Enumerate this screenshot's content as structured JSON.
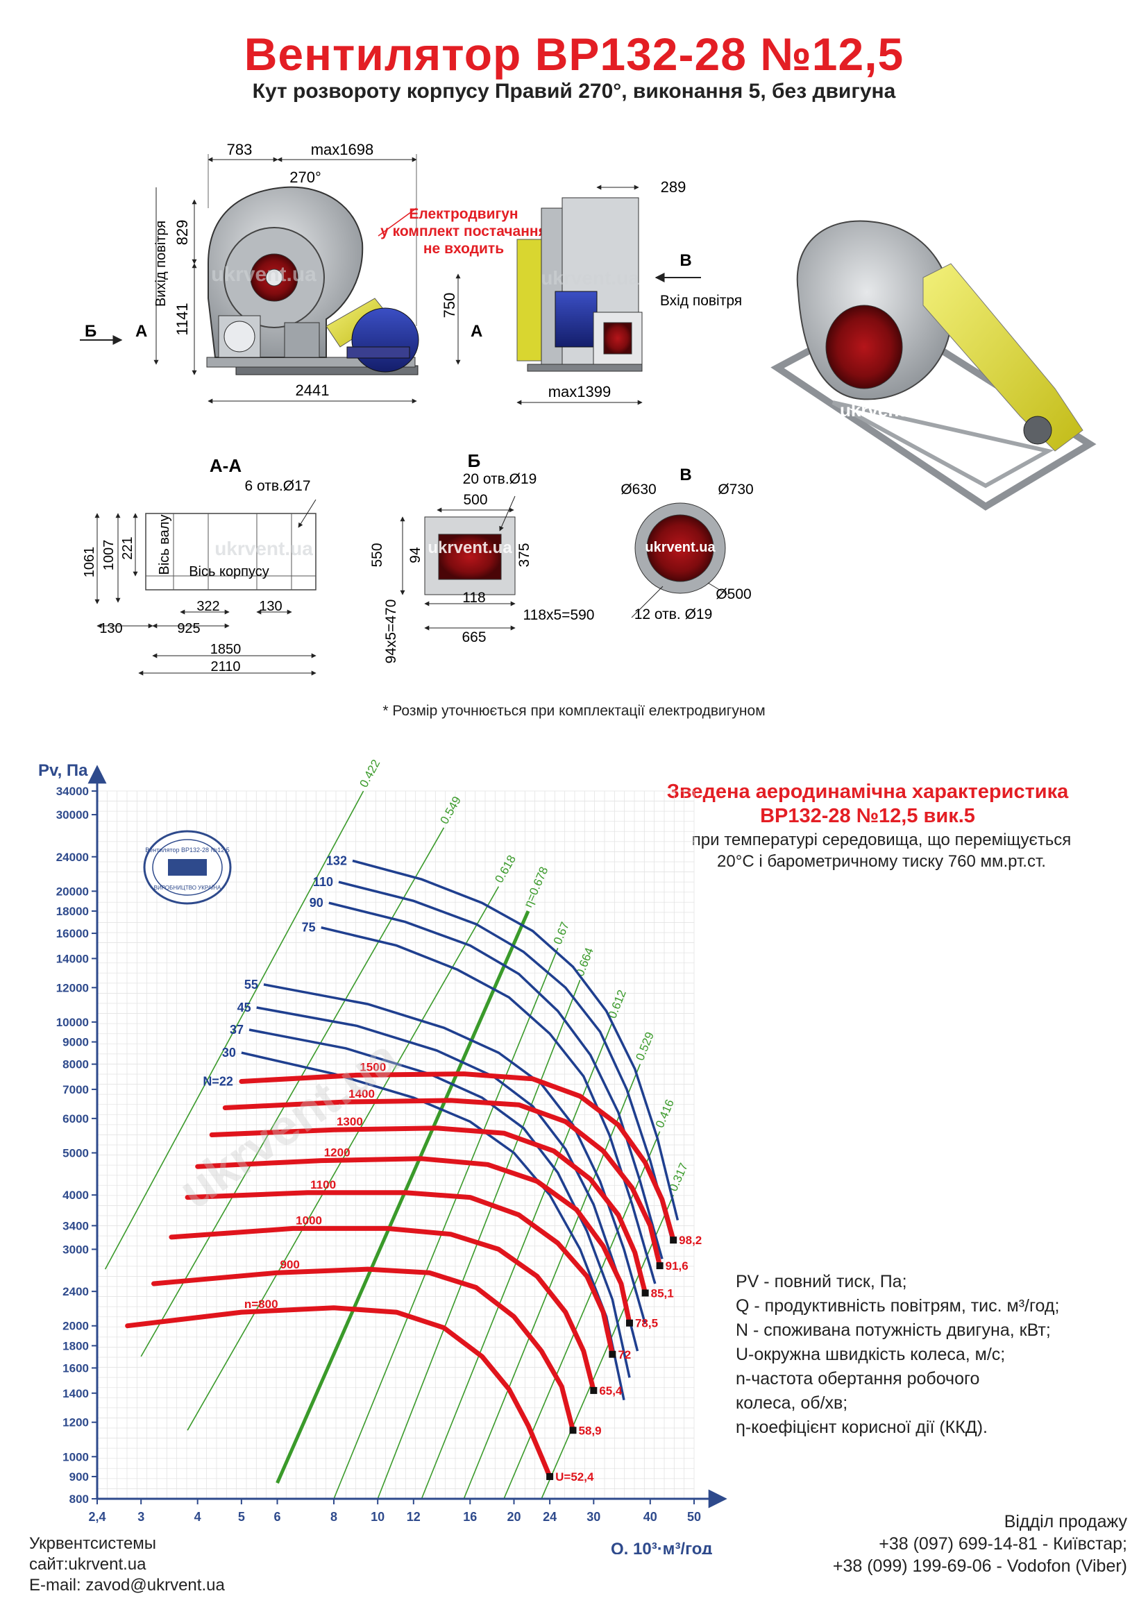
{
  "header": {
    "title": "Вентилятор ВР132-28 №12,5",
    "subtitle": "Кут розвороту корпусу Правий 270°, виконання 5, без двигуна"
  },
  "drawing": {
    "front": {
      "dim_783": "783",
      "dim_max1698": "max1698",
      "angle": "270°",
      "dim_829": "829",
      "dim_1141": "1141",
      "dim_750": "750",
      "dim_2441": "2441",
      "outlet_label": "Вихід повітря",
      "motor_note": [
        "Електродвигун",
        "у комплект постачання",
        "не входить"
      ],
      "arrow_b": "Б",
      "arrow_a_left": "А",
      "arrow_a_right": "А",
      "watermark": "ukrvent.ua"
    },
    "side": {
      "dim_289": "289",
      "arrow_v": "В",
      "inlet_label": "Вхід повітря",
      "dim_max1399": "max1399",
      "watermark": "ukrvent.ua"
    },
    "view3d": {
      "watermark": "ukrvent.ua"
    },
    "section_aa": {
      "title": "А-А",
      "holes": "6 отв.Ø17",
      "dim_1061": "1061",
      "dim_1007": "1007",
      "dim_221": "221",
      "axis_shaft": "Вісь валу",
      "axis_body": "Вісь корпусу",
      "dim_322": "322",
      "dim_130a": "130",
      "dim_130b": "130",
      "dim_925": "925",
      "dim_1850": "1850",
      "dim_2110": "2110",
      "watermark": "ukrvent.ua"
    },
    "view_b": {
      "title": "Б",
      "holes": "20 отв.Ø19",
      "dim_500": "500",
      "dim_550": "550",
      "dim_94": "94",
      "dim_375": "375",
      "dim_118": "118",
      "dim_118x5": "118x5=590",
      "dim_665": "665",
      "dim_94x5": "94x5=470",
      "watermark": "ukrvent.ua"
    },
    "view_v": {
      "title": "В",
      "d630": "Ø630",
      "d730": "Ø730",
      "d500": "Ø500",
      "holes": "12 отв. Ø19",
      "watermark": "ukrvent.ua"
    }
  },
  "note": "* Розмір уточнюється при комплектації електродвигуном",
  "chart_info": {
    "title_line1": "Зведена аеродинамічна характеристика",
    "title_line2": "ВР132-28 №12,5 вик.5",
    "sub_line1": "при температурі середовища, що переміщується",
    "sub_line2": "20°С і барометричному тиску 760 мм.рт.ст.",
    "stamp_top": "Вентилятор ВР132-28 №12,5",
    "stamp_bottom": "ВИРОБНИЦТВО УКРАЇНА",
    "watermark": "ukrvent.ua"
  },
  "chart_data": {
    "type": "line",
    "xlabel": "Q, 10³·м³/год",
    "ylabel": "Pv, Па",
    "x_scale": "log",
    "y_scale": "log",
    "xlim": [
      2.4,
      50
    ],
    "ylim": [
      800,
      34000
    ],
    "x_ticks": [
      2.4,
      3,
      4,
      5,
      6,
      8,
      10,
      12,
      16,
      20,
      24,
      30,
      40,
      50
    ],
    "x_tick_labels": [
      "2,4",
      "3",
      "4",
      "5",
      "6",
      "8",
      "10",
      "12",
      "16",
      "20",
      "24",
      "30",
      "40",
      "50"
    ],
    "y_ticks": [
      800,
      900,
      1000,
      1200,
      1400,
      1600,
      1800,
      2000,
      2400,
      3000,
      3400,
      4000,
      5000,
      6000,
      7000,
      8000,
      9000,
      10000,
      12000,
      14000,
      16000,
      18000,
      20000,
      24000,
      30000,
      34000
    ],
    "grid": true,
    "speed_series": [
      {
        "label": "n=800",
        "rpm": 800,
        "u": "U=52,4",
        "x": [
          2.8,
          5.0,
          8.0,
          11.0,
          14.0,
          17.0,
          19.5,
          21.5,
          23.0,
          24.0
        ],
        "y": [
          2000,
          2150,
          2200,
          2150,
          1980,
          1700,
          1430,
          1180,
          1000,
          900
        ]
      },
      {
        "label": "900",
        "rpm": 900,
        "u": "58,9",
        "x": [
          3.2,
          6.0,
          9.5,
          13.0,
          16.5,
          20.0,
          23.0,
          25.5,
          27.0
        ],
        "y": [
          2500,
          2650,
          2700,
          2650,
          2450,
          2100,
          1750,
          1450,
          1150
        ]
      },
      {
        "label": "1000",
        "rpm": 1000,
        "u": "65,4",
        "x": [
          3.5,
          6.5,
          10.5,
          14.5,
          18.5,
          22.5,
          26.0,
          28.5,
          30.0
        ],
        "y": [
          3200,
          3350,
          3350,
          3250,
          3000,
          2600,
          2150,
          1750,
          1420
        ]
      },
      {
        "label": "1100",
        "rpm": 1100,
        "u": "72",
        "x": [
          3.8,
          7.0,
          11.5,
          16.0,
          20.5,
          25.0,
          29.0,
          31.5,
          33.0
        ],
        "y": [
          3950,
          4050,
          4050,
          3950,
          3600,
          3100,
          2600,
          2150,
          1720
        ]
      },
      {
        "label": "1200",
        "rpm": 1200,
        "u": "78,5",
        "x": [
          4.0,
          7.5,
          12.5,
          17.5,
          22.5,
          27.5,
          31.5,
          34.5,
          36.0
        ],
        "y": [
          4650,
          4800,
          4850,
          4700,
          4300,
          3700,
          3050,
          2500,
          2030
        ]
      },
      {
        "label": "1300",
        "rpm": 1300,
        "u": "85,1",
        "x": [
          4.3,
          8.0,
          13.5,
          19.0,
          24.5,
          29.5,
          34.0,
          37.0,
          39.0
        ],
        "y": [
          5500,
          5650,
          5700,
          5550,
          5050,
          4350,
          3600,
          2950,
          2380
        ]
      },
      {
        "label": "1400",
        "rpm": 1400,
        "u": "91,6",
        "x": [
          4.6,
          8.5,
          14.5,
          20.5,
          26.0,
          31.5,
          36.5,
          40.0,
          42.0
        ],
        "y": [
          6350,
          6550,
          6600,
          6450,
          5900,
          5050,
          4150,
          3400,
          2750
        ]
      },
      {
        "label": "1500",
        "rpm": 1500,
        "u": "98,2",
        "x": [
          5.0,
          9.0,
          15.5,
          22.0,
          28.0,
          34.0,
          39.0,
          42.5,
          45.0
        ],
        "y": [
          7300,
          7550,
          7600,
          7400,
          6750,
          5800,
          4750,
          3900,
          3150
        ]
      }
    ],
    "power_series": [
      {
        "label": "30",
        "x": [
          5.0,
          8,
          12,
          16,
          20,
          24,
          28,
          32,
          35
        ],
        "y": [
          8500,
          7600,
          6700,
          5900,
          5000,
          4000,
          3000,
          2100,
          1350
        ]
      },
      {
        "label": "37",
        "x": [
          5.2,
          8.5,
          13,
          17,
          21,
          25,
          29,
          33,
          36
        ],
        "y": [
          9600,
          8700,
          7600,
          6700,
          5700,
          4500,
          3300,
          2300,
          1520
        ]
      },
      {
        "label": "45",
        "x": [
          5.4,
          9,
          13.5,
          18,
          22,
          26,
          30,
          34,
          37.5
        ],
        "y": [
          10800,
          9800,
          8600,
          7500,
          6400,
          5100,
          3800,
          2600,
          1750
        ]
      },
      {
        "label": "55",
        "x": [
          5.6,
          9.5,
          14,
          18.5,
          23,
          27,
          31,
          35,
          39
        ],
        "y": [
          12200,
          11000,
          9700,
          8500,
          7200,
          5800,
          4300,
          3000,
          2020
        ]
      },
      {
        "label": "75",
        "x": [
          7.5,
          11,
          15,
          19.5,
          24,
          28.5,
          32.5,
          36.5,
          41
        ],
        "y": [
          16500,
          15000,
          13200,
          11400,
          9400,
          7500,
          5500,
          3800,
          2500
        ]
      },
      {
        "label": "90",
        "x": [
          7.8,
          11.5,
          16,
          20.5,
          25,
          29.5,
          34,
          38,
          42.5
        ],
        "y": [
          18800,
          17000,
          15000,
          12900,
          10600,
          8400,
          6200,
          4300,
          2850
        ]
      },
      {
        "label": "110",
        "x": [
          8.2,
          12,
          16.5,
          21,
          26,
          31,
          35.5,
          40,
          44.5
        ],
        "y": [
          21000,
          19000,
          16800,
          14500,
          12000,
          9500,
          7000,
          4800,
          3200
        ]
      },
      {
        "label": "132",
        "x": [
          8.8,
          12.5,
          17,
          22,
          27,
          32,
          37,
          41.5,
          46
        ],
        "y": [
          23500,
          21300,
          18800,
          16200,
          13400,
          10600,
          7800,
          5400,
          3500
        ]
      }
    ],
    "efficiency_lines": [
      {
        "label": "0.422",
        "x": [
          2.5,
          9.3
        ],
        "y": [
          2700,
          34000
        ]
      },
      {
        "label": "0.549",
        "x": [
          3.0,
          14.0
        ],
        "y": [
          1700,
          28000
        ]
      },
      {
        "label": "0.618",
        "x": [
          3.8,
          18.5
        ],
        "y": [
          1150,
          20500
        ]
      },
      {
        "label": "η=0.678",
        "x": [
          6.0,
          21.5
        ],
        "y": [
          870,
          18000
        ]
      },
      {
        "label": "0.67",
        "x": [
          8.0,
          25.0
        ],
        "y": [
          800,
          14800
        ]
      },
      {
        "label": "0.664",
        "x": [
          10.0,
          28.0
        ],
        "y": [
          800,
          12500
        ]
      },
      {
        "label": "0.612",
        "x": [
          12.5,
          33.0
        ],
        "y": [
          800,
          10000
        ]
      },
      {
        "label": "0.529",
        "x": [
          15.5,
          38.0
        ],
        "y": [
          800,
          8000
        ]
      },
      {
        "label": "0.416",
        "x": [
          19.0,
          42.0
        ],
        "y": [
          800,
          5600
        ]
      },
      {
        "label": "0.317",
        "x": [
          23.0,
          45.0
        ],
        "y": [
          800,
          4000
        ]
      }
    ],
    "u_values": [
      "U=52,4",
      "58,9",
      "65,4",
      "72",
      "78,5",
      "85,1",
      "91,6",
      "98,2"
    ],
    "power_label_prefix": "N=22"
  },
  "legend": [
    "PV - повний тиск, Па;",
    "Q - продуктивність повітрям, тис. м³/год;",
    "N - споживана потужність двигуна, кВт;",
    "U-окружна швидкість колеса, м/с;",
    "n-частота обертання робочого",
    "колеса, об/хв;",
    "η-коефіцієнт корисної дії (ККД)."
  ],
  "footer": {
    "company": "Укрвентсистемы",
    "site": "сайт:ukrvent.ua",
    "email": "E-mail: zavod@ukrvent.ua",
    "dept": "Відділ продажу",
    "phone1": "+38 (097) 699-14-81 - Київстар;",
    "phone2": "+38 (099) 199-69-06 - Vodofon (Viber)"
  },
  "colors": {
    "title": "#e31e24",
    "red_curve": "#e0141c",
    "blue_curve": "#1f3f8f",
    "green_line": "#3a9a2a",
    "axis_label": "#2e4a8c"
  }
}
